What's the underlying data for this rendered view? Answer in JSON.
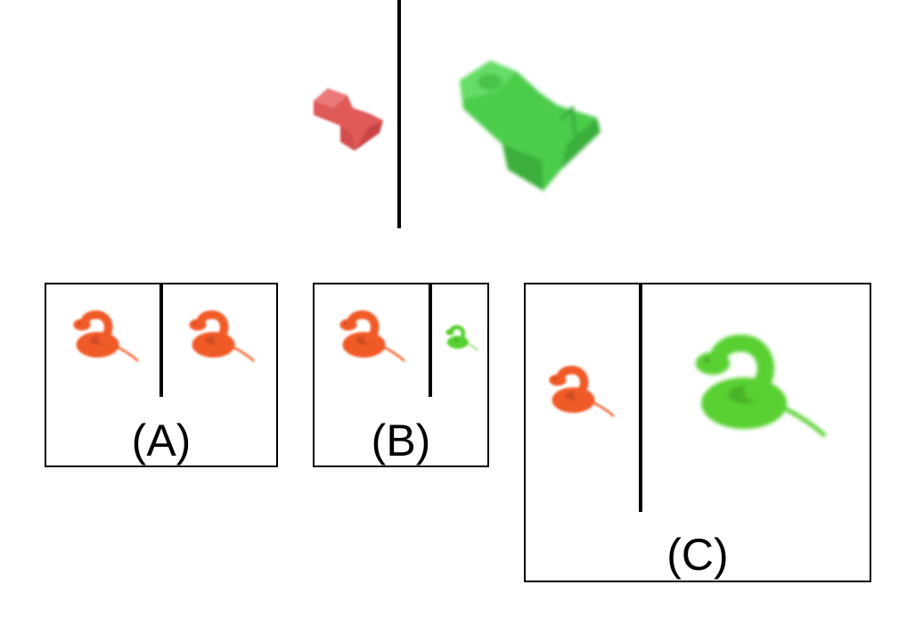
{
  "colors": {
    "red": "#e05a5a",
    "red_dark": "#c94444",
    "green": "#4ccc4c",
    "green_dark": "#3aae3a",
    "snake_orange": "#f05a28",
    "snake_orange_dark": "#d44418",
    "snake_green": "#58d030",
    "snake_green_dark": "#44b020",
    "line": "#000000"
  },
  "top_panel": {
    "left_shape": "red-block-icon",
    "right_shape": "green-block-icon"
  },
  "options": [
    {
      "label": "(A)",
      "left_snake": "orange-snake-icon",
      "right_snake": "orange-snake-icon"
    },
    {
      "label": "(B)",
      "left_snake": "orange-snake-icon",
      "right_snake": "green-snake-icon"
    },
    {
      "label": "(C)",
      "left_snake": "orange-snake-icon",
      "right_snake": "green-snake-icon"
    }
  ]
}
